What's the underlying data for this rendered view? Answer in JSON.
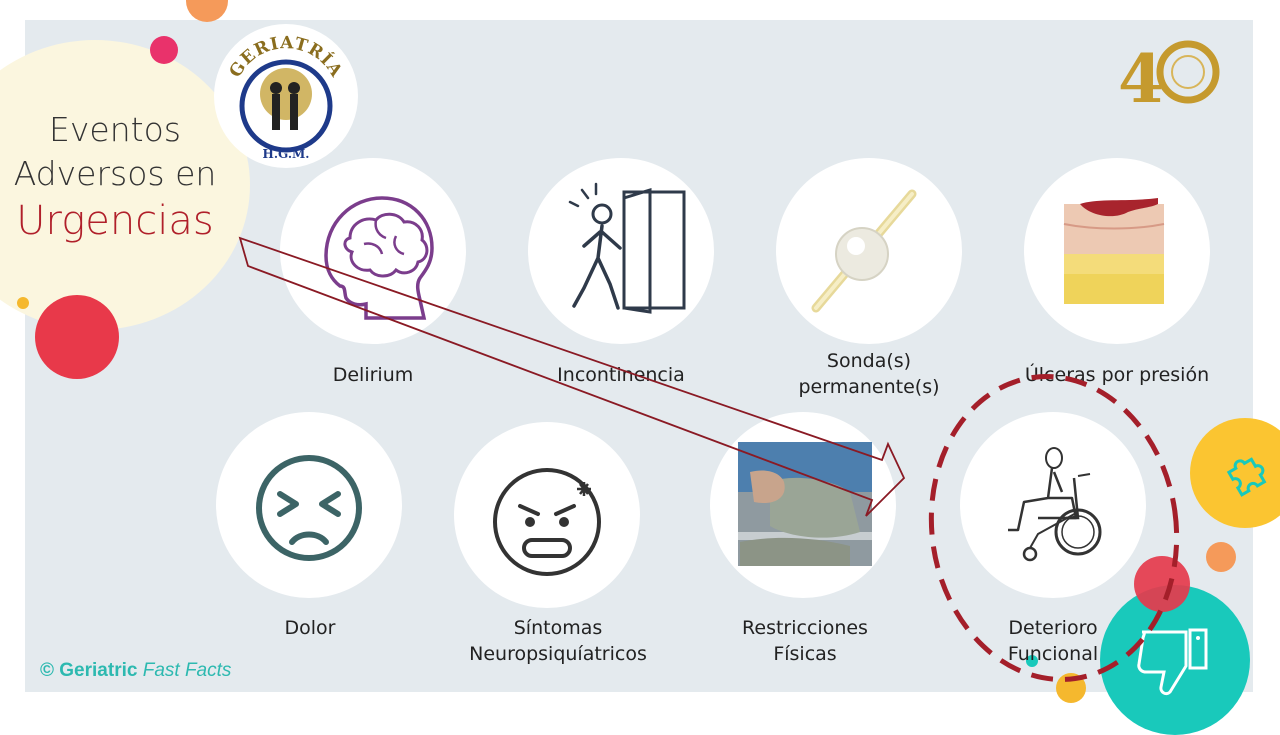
{
  "title": {
    "line1": "Eventos",
    "line2": "Adversos en",
    "line3": "Urgencias"
  },
  "logo": {
    "text_top": "GERIATRÍA",
    "text_bottom": "H.G.M."
  },
  "items": [
    {
      "label1": "Delirium",
      "label2": ""
    },
    {
      "label1": "Incontinencia",
      "label2": ""
    },
    {
      "label1": "Sonda(s)",
      "label2": "permanente(s)"
    },
    {
      "label1": "Úlceras por presión",
      "label2": ""
    },
    {
      "label1": "Dolor",
      "label2": ""
    },
    {
      "label1": "Síntomas",
      "label2": "Neuropsiquíatricos"
    },
    {
      "label1": "Restricciones",
      "label2": "Físicas"
    },
    {
      "label1": "Deterioro",
      "label2": "Funcional"
    }
  ],
  "footer": {
    "copyright": "© Geriatric",
    "fast_facts": "Fast Facts"
  },
  "colors": {
    "accent_red": "#b01f2a",
    "teal": "#2db9b0",
    "panel": "#e4eaee"
  }
}
